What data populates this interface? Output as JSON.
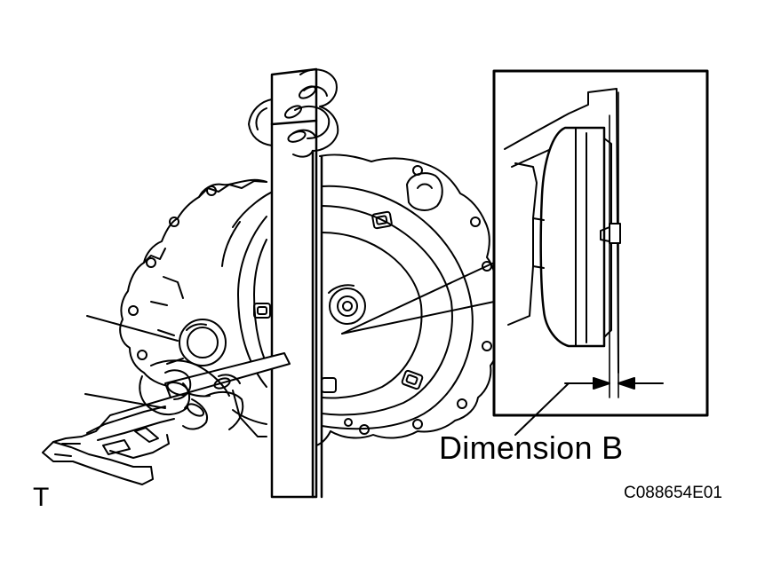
{
  "diagram": {
    "dimension_label": "Dimension B",
    "figure_code": "C088654E01",
    "corner_mark": "T"
  }
}
